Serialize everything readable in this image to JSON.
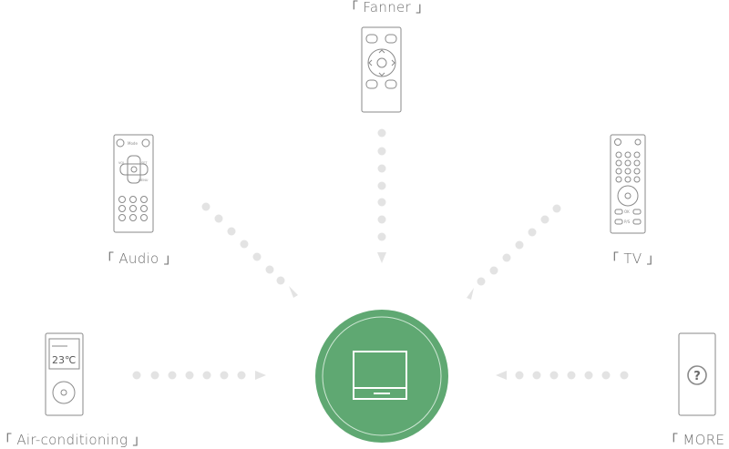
{
  "labels": {
    "fanner": "「 Fanner 」",
    "audio": "「 Audio 」",
    "tv": "「 TV 」",
    "air": "「 Air-conditioning 」",
    "more": "「 MORE 」"
  },
  "air_temp": "23℃",
  "audio_remote_text": {
    "mode": "Mode",
    "vol": "VOL",
    "set": "SET",
    "menu": "MENU"
  },
  "tv_remote_text": {
    "ok": "OK",
    "pg": "P/S"
  },
  "colors": {
    "hub": "#5fa872",
    "dots": "#e3e3e3",
    "lines": "#8a8a8a"
  },
  "icons": {
    "hub": "tv-device-icon",
    "more": "question-icon"
  }
}
